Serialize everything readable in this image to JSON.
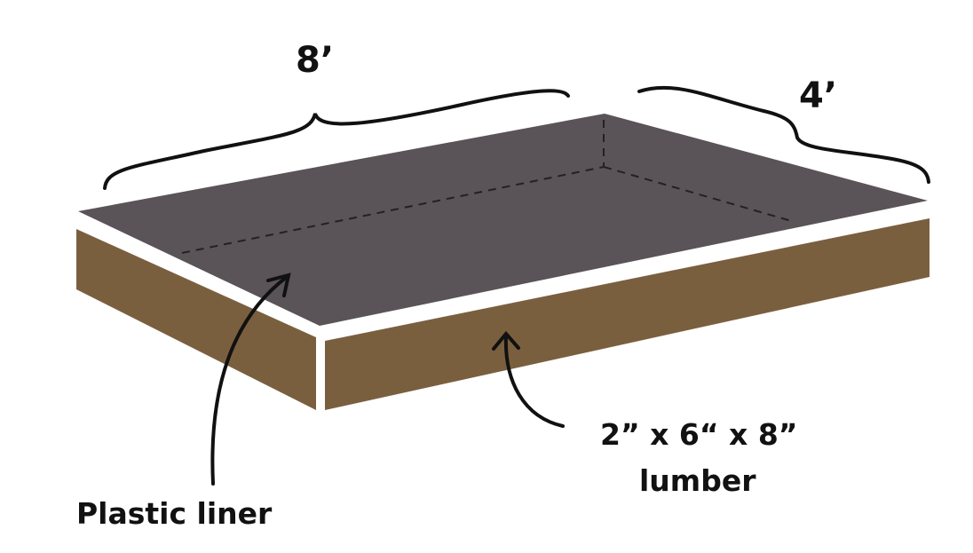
{
  "dimensions": {
    "length": "8’",
    "width": "4’"
  },
  "labels": {
    "liner": "Plastic liner",
    "lumber_line1": "2” x 6“ x 8”",
    "lumber_line2": "lumber"
  },
  "colors": {
    "liner": "#5a5357",
    "wood": "#7a5f3f",
    "ink": "#111111"
  }
}
